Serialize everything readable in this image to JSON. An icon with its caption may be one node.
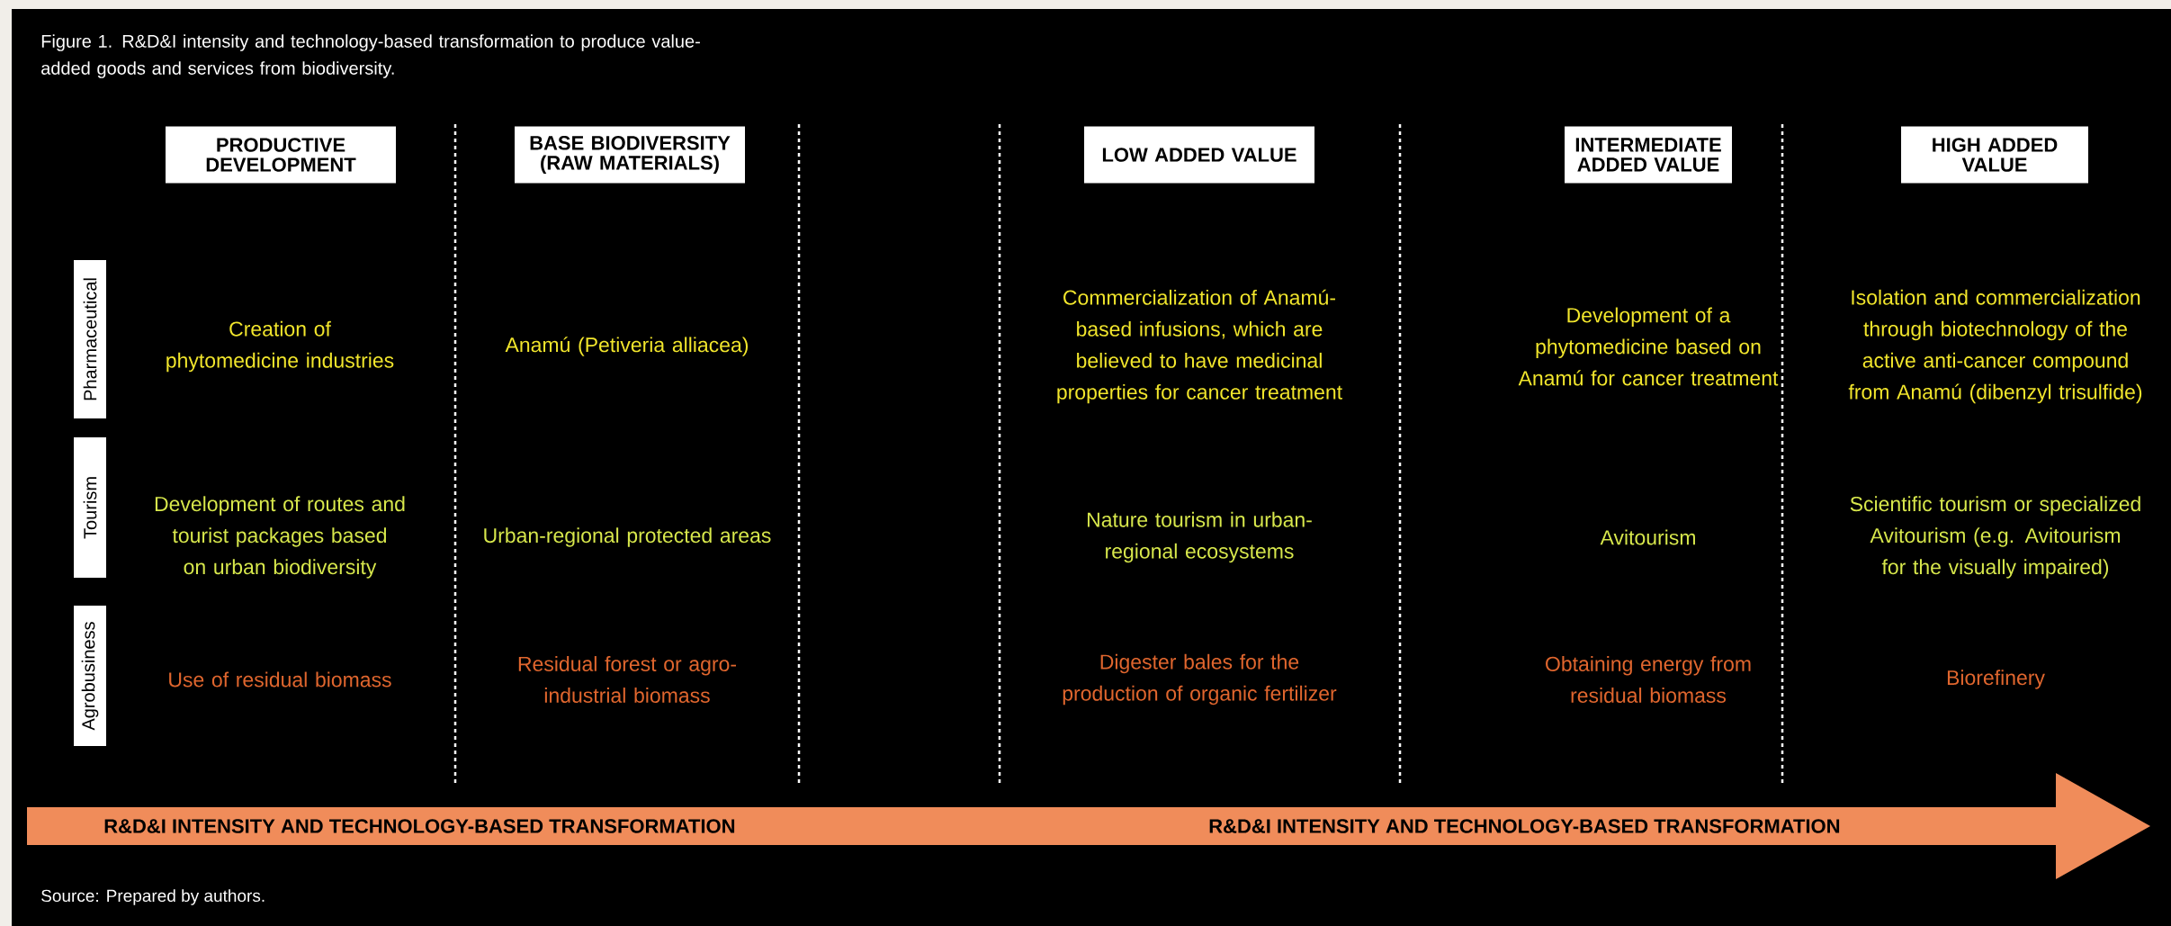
{
  "diagram": {
    "title": "Figure 1. R&D&I intensity and technology-based transformation to produce value-added goods and services from biodiversity.",
    "caption": "Source: Prepared by authors.",
    "nodes": [
      {
        "text": [
          "PRODUCTIVE DEVELOPMENT"
        ]
      },
      {
        "text": [
          "BASE BIODIVERSITY (RAW MATERIALS)"
        ]
      },
      {
        "text": [
          "LOW ADDED VALUE"
        ]
      },
      {
        "text": [
          "INTERMEDIATE ADDED VALUE"
        ]
      },
      {
        "text": [
          "HIGH ADDED VALUE"
        ]
      },
      {
        "text": [
          "Pharmaceutical"
        ]
      },
      {
        "text": [
          "Tourism"
        ]
      },
      {
        "text": [
          "Agrobusiness"
        ]
      },
      {
        "text": [
          "R&D&I INTENSITY AND TECHNOLOGY-BASED TRANSFORMATION",
          "R&D&I INTENSITY AND TECHNOLOGY-BASED TRANSFORMATION"
        ]
      }
    ],
    "edges": [],
    "labels": [
      "Creation of phytomedicine industries",
      "Anamú (Petiveria alliacea)",
      "Commercialization of Anamú-based infusions, which are believed to have medicinal properties for cancer treatment",
      "Development of a phytomedicine based on Anamú for cancer treatment",
      "Isolation and commercialization through biotechnology of the active anti-cancer compound from Anamú (dibenzyl trisulfide)",
      "Development of routes and tourist packages based on urban biodiversity",
      "Urban-regional protected areas",
      "Nature tourism in urban-regional ecosystems",
      "Avitourism",
      "Scientific tourism or specialized Avitourism (e.g. Avitourism for the visually impaired)",
      "Use of residual biomass",
      "Residual forest or agro-industrial biomass",
      "Digester bales for the production of organic fertilizer",
      "Obtaining energy from residual biomass",
      "Biorefinery"
    ]
  }
}
